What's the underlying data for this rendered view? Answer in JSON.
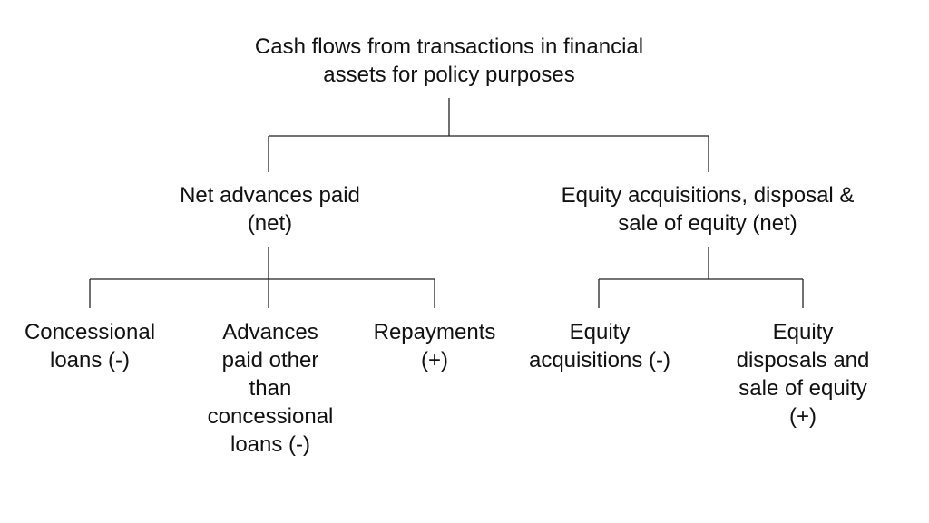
{
  "diagram": {
    "root": {
      "label": "Cash flows from transactions in financial\nassets for policy purposes"
    },
    "branches": [
      {
        "label": "Net advances paid\n(net)",
        "children": [
          {
            "label": "Concessional\nloans (-)"
          },
          {
            "label": "Advances\npaid other\nthan\nconcessional\nloans (-)"
          },
          {
            "label": "Repayments\n(+)"
          }
        ]
      },
      {
        "label": "Equity acquisitions, disposal &\nsale of equity (net)",
        "children": [
          {
            "label": "Equity\nacquisitions (-)"
          },
          {
            "label": "Equity\ndisposals and\nsale of equity\n(+)"
          }
        ]
      }
    ]
  }
}
